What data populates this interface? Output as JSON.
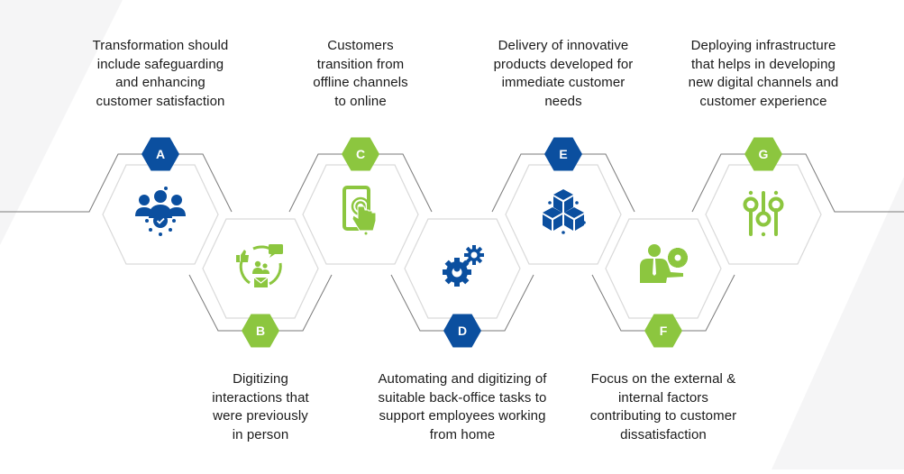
{
  "colors": {
    "blue": "#0b4f9f",
    "green": "#8cc63f",
    "outline_dark": "#7a7a7a",
    "outline_light": "#d9d9d9",
    "background_band": "#f5f5f6",
    "text": "#1a1a1a"
  },
  "steps": [
    {
      "letter": "A",
      "color": "blue",
      "row": "top",
      "icon": "customer-satisfaction-icon",
      "caption": [
        "Transformation should",
        "include safeguarding",
        "and enhancing",
        "customer satisfaction"
      ]
    },
    {
      "letter": "B",
      "color": "green",
      "row": "bottom",
      "icon": "digital-interactions-icon",
      "caption": [
        "Digitizing",
        "interactions that",
        "were previously",
        "in person"
      ]
    },
    {
      "letter": "C",
      "color": "green",
      "row": "top",
      "icon": "touch-mobile-icon",
      "caption": [
        "Customers",
        "transition from",
        "offline channels",
        "to online"
      ]
    },
    {
      "letter": "D",
      "color": "blue",
      "row": "bottom",
      "icon": "gears-automation-icon",
      "caption": [
        "Automating  and digitizing of",
        "suitable back-office tasks to",
        "support employees working",
        "from home"
      ]
    },
    {
      "letter": "E",
      "color": "blue",
      "row": "top",
      "icon": "product-cubes-icon",
      "caption": [
        "Delivery of innovative",
        "products developed for",
        "immediate customer",
        "needs"
      ]
    },
    {
      "letter": "F",
      "color": "green",
      "row": "bottom",
      "icon": "businessman-gear-icon",
      "caption": [
        "Focus on the external &",
        "internal factors",
        "contributing to customer",
        "dissatisfaction"
      ]
    },
    {
      "letter": "G",
      "color": "green",
      "row": "top",
      "icon": "infrastructure-sliders-icon",
      "caption": [
        "Deploying infrastructure",
        "that helps in developing",
        "new digital channels and",
        "customer experience"
      ]
    }
  ]
}
